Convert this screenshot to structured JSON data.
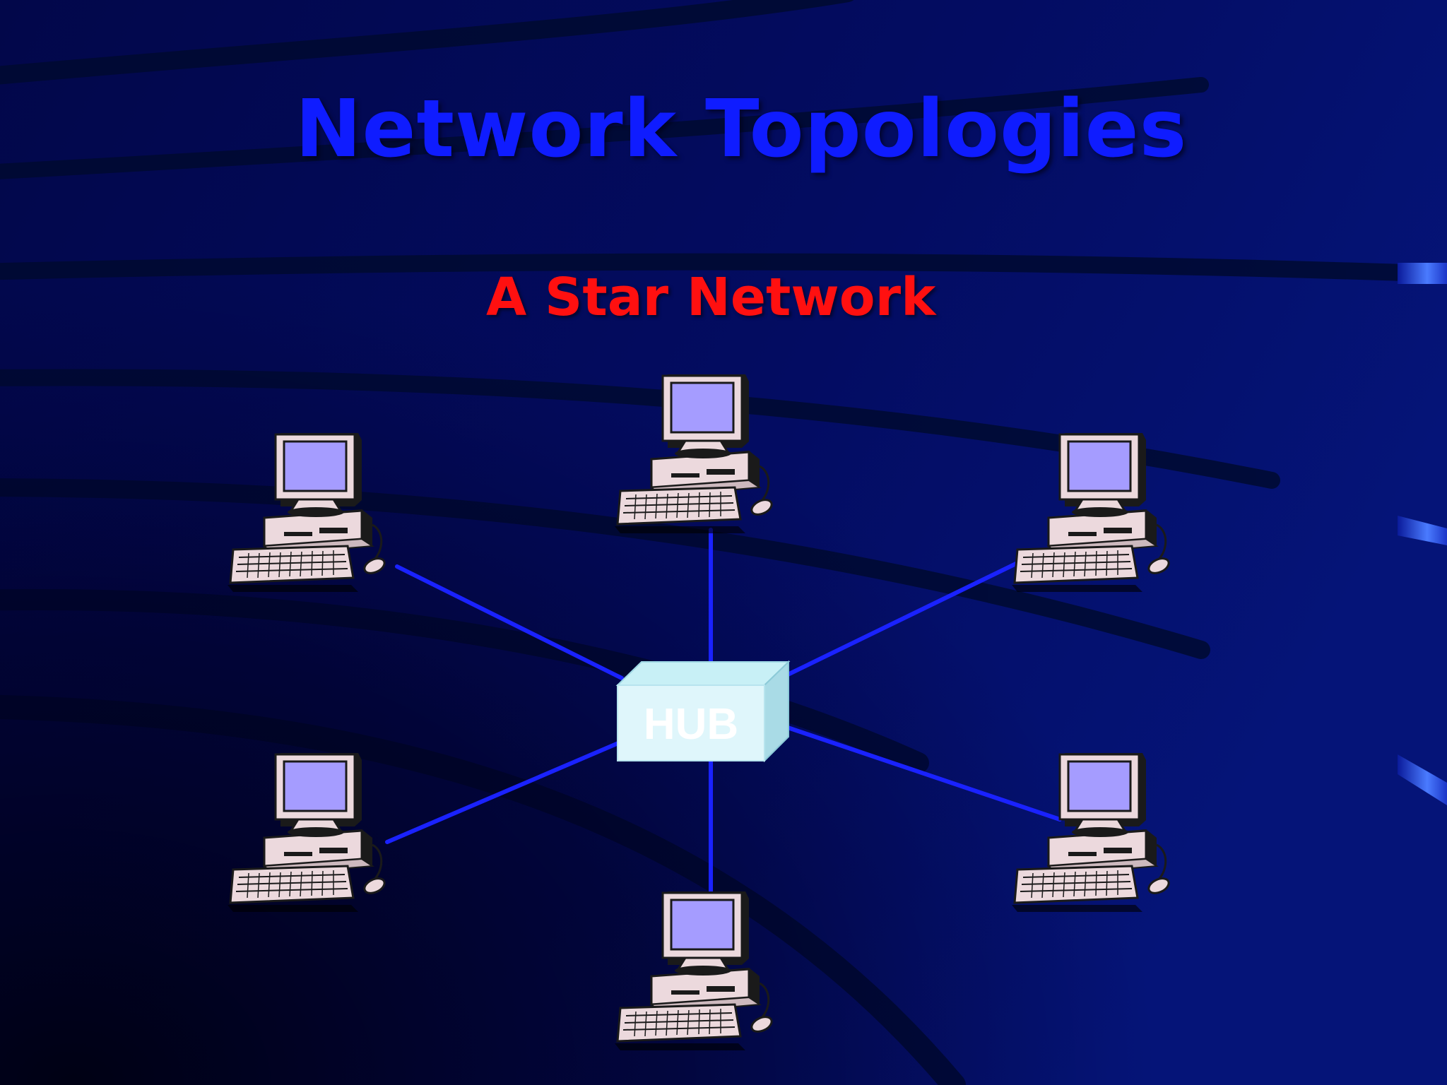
{
  "slide": {
    "title": "Network Topologies",
    "subtitle": "A Star Network"
  },
  "diagram": {
    "hub_label": "HUB",
    "computer_count": 6
  },
  "colors": {
    "background": "#020a55",
    "title": "#0f1cff",
    "subtitle": "#ff1010",
    "link": "#1a22ff",
    "hub_front": "#dff6fb",
    "hub_label": "#ffffff",
    "screen": "#a59cff",
    "case": "#ecd9dd"
  }
}
